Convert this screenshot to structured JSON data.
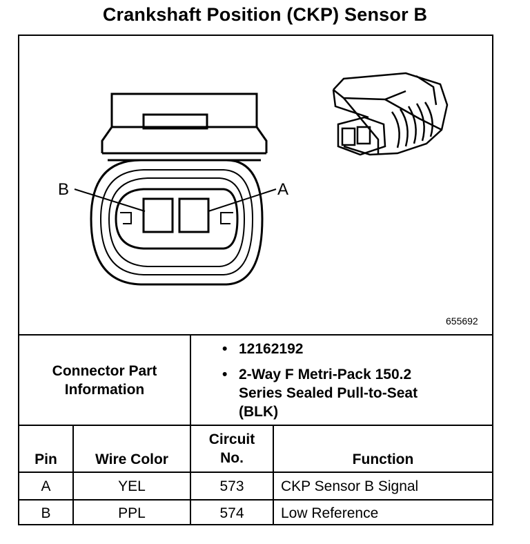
{
  "title": "Crankshaft Position (CKP) Sensor B",
  "figure_number": "655692",
  "pin_callouts": {
    "left": "B",
    "right": "A"
  },
  "connector_info": {
    "label": "Connector Part Information",
    "items": [
      "12162192",
      "2-Way F Metri-Pack 150.2 Series Sealed Pull-to-Seat (BLK)"
    ]
  },
  "table": {
    "headers": {
      "pin": "Pin",
      "wire_color": "Wire Color",
      "circuit": "Circuit No.",
      "function": "Function"
    },
    "rows": [
      {
        "pin": "A",
        "wire_color": "YEL",
        "circuit": "573",
        "function": "CKP Sensor B Signal"
      },
      {
        "pin": "B",
        "wire_color": "PPL",
        "circuit": "574",
        "function": "Low Reference"
      }
    ]
  }
}
